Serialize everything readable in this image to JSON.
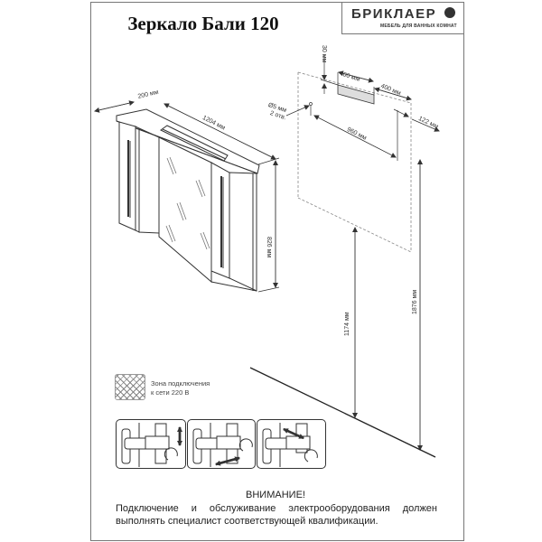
{
  "title": "Зеркало Бали 120",
  "brand": {
    "name": "БРИКЛАЕР",
    "tagline": "МЕБЕЛЬ ДЛЯ ВАННЫХ КОМНАТ",
    "icon": "rose-icon"
  },
  "dimensions": {
    "depth": "200 мм",
    "width": "1204 мм",
    "height": "826 мм",
    "top_offset": "30 мм",
    "light_width": "400 мм",
    "light_offset": "400 мм",
    "hole_diameter": "Ø5 мм",
    "hole_count": "2 отв.",
    "hole_spacing": "960 мм",
    "side_offset": "122 мм",
    "hole_height_from_floor": "1174 мм",
    "top_height_from_floor": "1876 мм"
  },
  "legend": {
    "line1": "Зона подключения",
    "line2": "к сети 220 В",
    "icon": "crosshatch-swatch"
  },
  "hinge_steps": [
    {
      "name": "hinge-vertical-adjust",
      "arrow": "vertical"
    },
    {
      "name": "hinge-horizontal-adjust",
      "arrow": "horizontal"
    },
    {
      "name": "hinge-depth-adjust",
      "arrow": "diagonal"
    }
  ],
  "warning": {
    "title": "ВНИМАНИЕ!",
    "text": "Подключение и обслуживание электрооборудования должен выполнять специалист соответствующей квалификации."
  }
}
